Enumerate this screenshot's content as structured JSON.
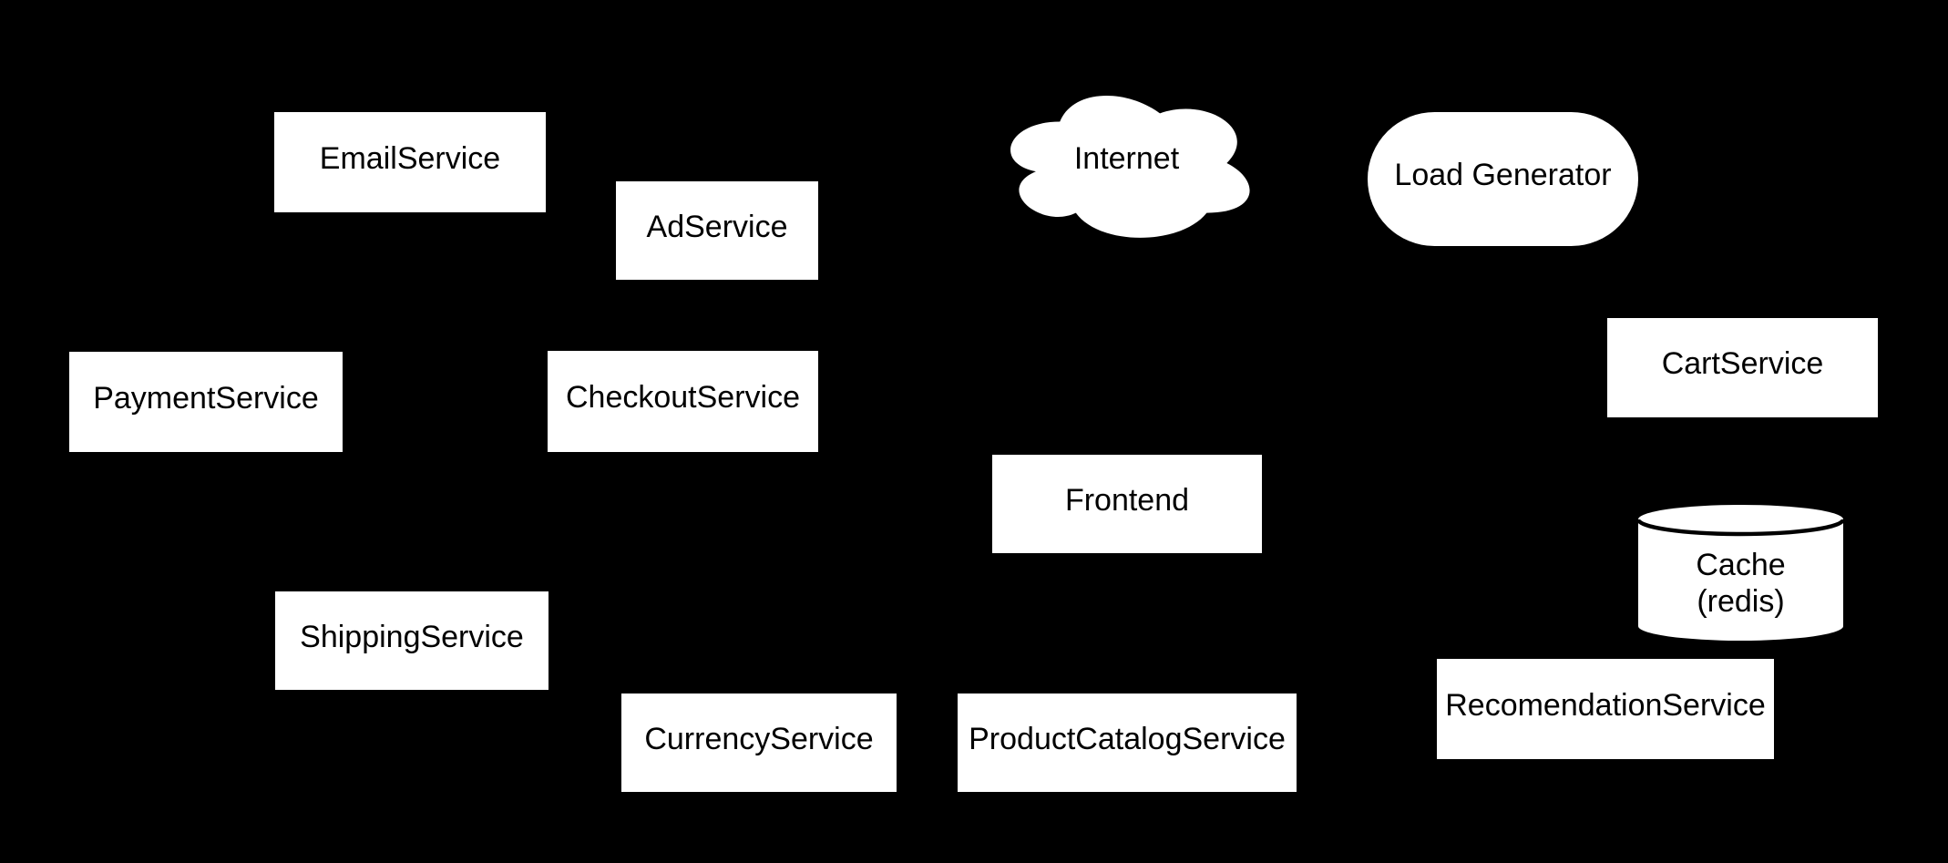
{
  "diagram": {
    "colors": {
      "background": "#000000",
      "node_fill": "#ffffff",
      "node_text": "#000000"
    },
    "nodes": {
      "email_service": {
        "label": "EmailService",
        "shape": "rectangle"
      },
      "ad_service": {
        "label": "AdService",
        "shape": "rectangle"
      },
      "internet": {
        "label": "Internet",
        "shape": "cloud"
      },
      "load_generator": {
        "label": "Load Generator",
        "shape": "rounded-rectangle"
      },
      "payment_service": {
        "label": "PaymentService",
        "shape": "rectangle"
      },
      "checkout_service": {
        "label": "CheckoutService",
        "shape": "rectangle"
      },
      "cart_service": {
        "label": "CartService",
        "shape": "rectangle"
      },
      "frontend": {
        "label": "Frontend",
        "shape": "rectangle"
      },
      "cache": {
        "label": "Cache (redis)",
        "label_line1": "Cache",
        "label_line2": "(redis)",
        "shape": "cylinder"
      },
      "shipping_service": {
        "label": "ShippingService",
        "shape": "rectangle"
      },
      "currency_service": {
        "label": "CurrencyService",
        "shape": "rectangle"
      },
      "product_catalog_service": {
        "label": "ProductCatalogService",
        "shape": "rectangle"
      },
      "recomendation_service": {
        "label": "RecomendationService",
        "shape": "rectangle"
      }
    }
  }
}
